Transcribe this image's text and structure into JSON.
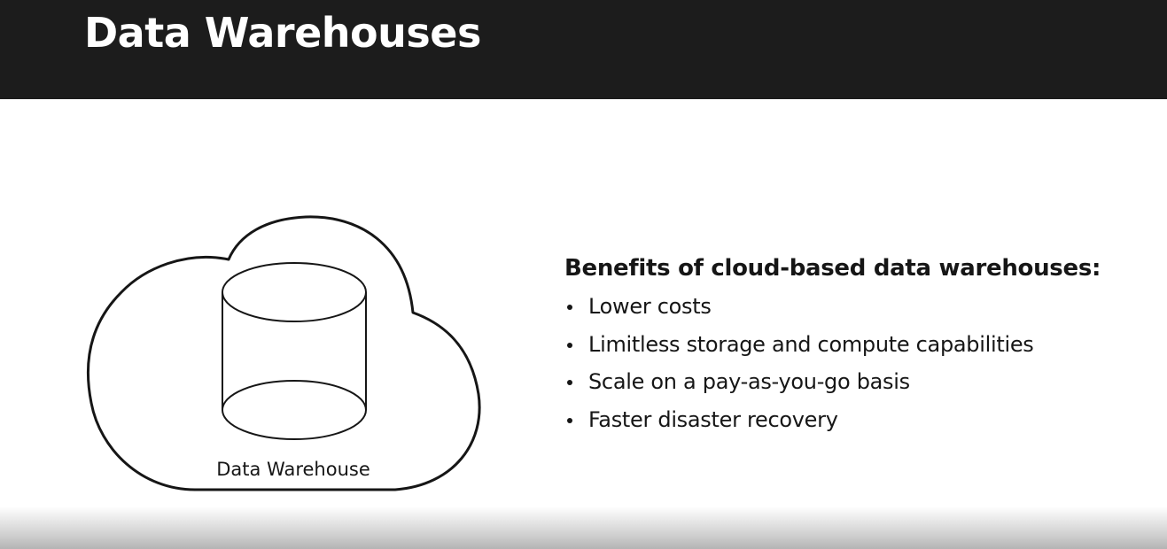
{
  "slide": {
    "title": "Data Warehouses"
  },
  "diagram": {
    "warehouse_label": "Data Warehouse"
  },
  "benefits": {
    "heading": "Benefits of cloud-based data warehouses:",
    "items": [
      "Lower costs",
      "Limitless storage and compute capabilities",
      "Scale on a pay-as-you-go basis",
      "Faster disaster recovery"
    ]
  },
  "colors": {
    "header_background": "#1c1c1c",
    "title_text": "#ffffff",
    "body_text": "#161616",
    "slide_background": "#ffffff"
  }
}
